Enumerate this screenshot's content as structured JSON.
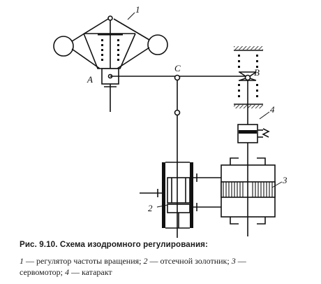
{
  "labels": {
    "governor": "1",
    "point_a": "A",
    "point_b": "B",
    "point_c": "C",
    "cataract": "4",
    "servomotor": "3",
    "spool": "2"
  },
  "caption": {
    "title": "Рис. 9.10. Схема изодромного регулирования:",
    "items": [
      {
        "num": "1",
        "text": " — регулятор частоты вращения; "
      },
      {
        "num": "2",
        "text": " — отсечной золотник; "
      },
      {
        "num": "3",
        "text": " —"
      },
      {
        "num": "",
        "text": "сервомотор; "
      },
      {
        "num": "4",
        "text": " — катаракт"
      }
    ]
  }
}
